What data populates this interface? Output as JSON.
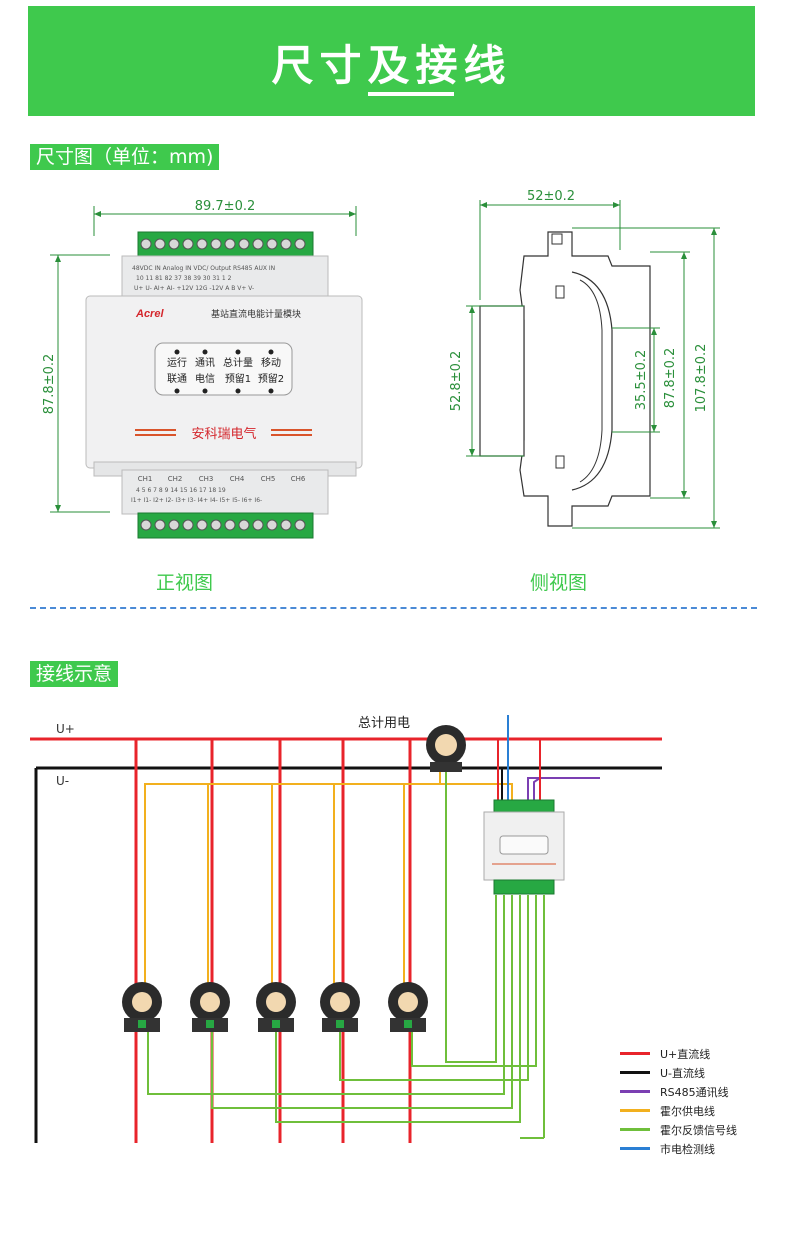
{
  "header": {
    "title": "尺寸及接线"
  },
  "dimensions_section": {
    "tag": "尺寸图（单位：mm)",
    "front_caption": "正视图",
    "side_caption": "侧视图",
    "front": {
      "width_label": "89.7±0.2",
      "height_label": "87.8±0.2",
      "top_row1": "48VDC  IN Analog  IN VDC/ Output   RS485       AUX  IN",
      "top_row2": "10  11  81  82  37  38  39  30  31        1   2",
      "top_row3": "U+  U-  AI+  AI-  +12V  12G  -12V  A   B         V+  V-",
      "brand": "Acrel",
      "product_name": "基站直流电能计量模块",
      "indicators_row1": [
        "运行",
        "通讯",
        "总计量",
        "移动"
      ],
      "indicators_row2": [
        "联通",
        "电信",
        "预留1",
        "预留2"
      ],
      "company": "安科瑞电气",
      "bottom_channels": [
        "CH1",
        "CH2",
        "CH3",
        "CH4",
        "CH5",
        "CH6"
      ],
      "bottom_row2": "4   5   6   7   8   9   14  15  16  17  18  19",
      "bottom_row3": "I1+  I1-  I2+  I2-  I3+  I3-  I4+  I4-  I5+  I5-  I6+  I6-"
    },
    "side": {
      "width_label": "52±0.2",
      "dim1": "52.8±0.2",
      "dim2": "35.5±0.2",
      "dim3": "87.8±0.2",
      "dim4": "107.8±0.2"
    }
  },
  "wiring_section": {
    "tag": "接线示意",
    "u_plus": "U+",
    "u_minus": "U-",
    "total_label": "总计用电",
    "legend": [
      {
        "label": "U+直流线",
        "color": "#e8242b"
      },
      {
        "label": "U-直流线",
        "color": "#111111"
      },
      {
        "label": "RS485通讯线",
        "color": "#7b3fb2"
      },
      {
        "label": "霍尔供电线",
        "color": "#f2b01e"
      },
      {
        "label": "霍尔反馈信号线",
        "color": "#6fbf3b"
      },
      {
        "label": "市电检测线",
        "color": "#2a7fd4"
      }
    ]
  }
}
